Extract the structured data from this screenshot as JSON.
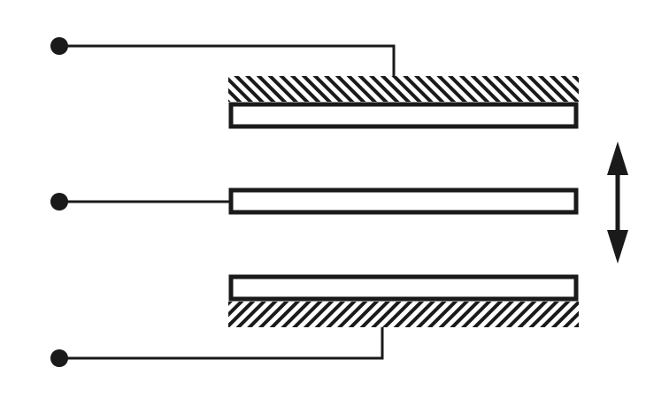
{
  "diagram": {
    "colors": {
      "stroke": "#1a1a1a",
      "background": "#ffffff"
    },
    "elements": [
      "top-fixed-electrode",
      "middle-movable-electrode",
      "bottom-fixed-electrode",
      "top-terminal",
      "middle-terminal",
      "bottom-terminal",
      "double-headed-vertical-arrow"
    ]
  }
}
